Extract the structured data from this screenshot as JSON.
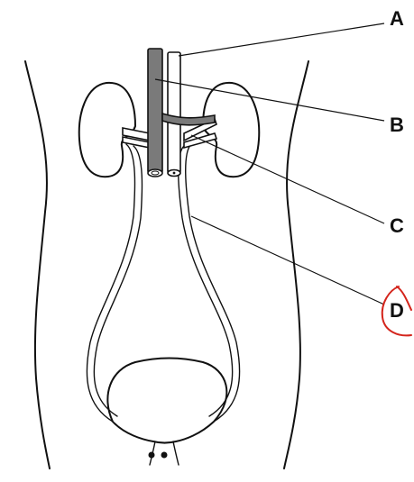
{
  "labels": {
    "a": "A",
    "b": "B",
    "c": "C",
    "d": "D"
  },
  "colors": {
    "ink": "#111111",
    "vein_fill": "#7a7a7a",
    "annotation_mark": "#d4251c"
  }
}
